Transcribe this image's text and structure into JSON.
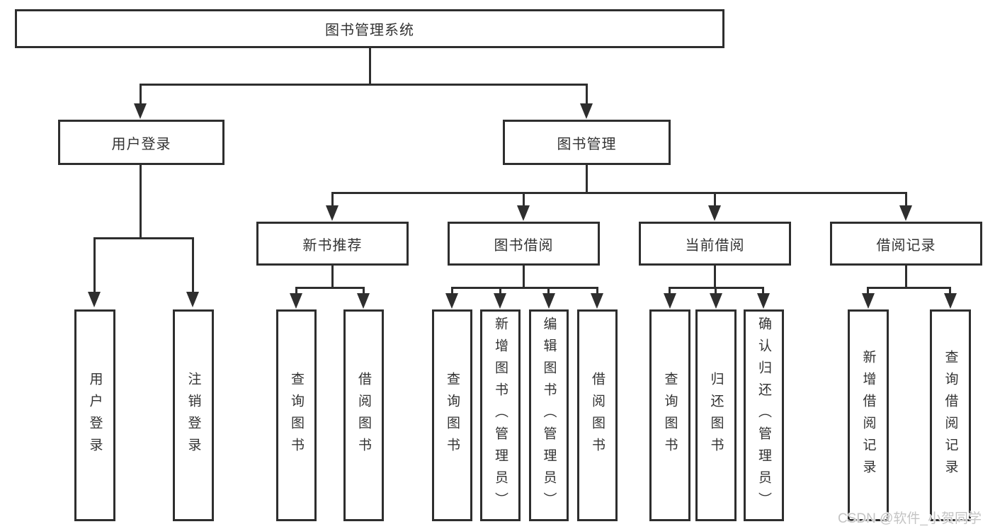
{
  "diagram": {
    "root": {
      "label": "图书管理系统"
    },
    "level2": [
      {
        "label": "用户登录"
      },
      {
        "label": "图书管理"
      }
    ],
    "level3": [
      {
        "label": "新书推荐"
      },
      {
        "label": "图书借阅"
      },
      {
        "label": "当前借阅"
      },
      {
        "label": "借阅记录"
      }
    ],
    "leaves": [
      {
        "label": "用户登录"
      },
      {
        "label": "注销登录"
      },
      {
        "label": "查询图书"
      },
      {
        "label": "借阅图书"
      },
      {
        "label": "查询图书"
      },
      {
        "label": "新增图书（管理员）"
      },
      {
        "label": "编辑图书（管理员）"
      },
      {
        "label": "借阅图书"
      },
      {
        "label": "查询图书"
      },
      {
        "label": "归还图书"
      },
      {
        "label": "确认归还（管理员）"
      },
      {
        "label": "新增借阅记录"
      },
      {
        "label": "查询借阅记录"
      }
    ],
    "watermark": "CSDN @软件_小贺同学",
    "colors": {
      "line": "#2e2e2e",
      "text": "#333333",
      "watermark": "#c4c4c4",
      "background": "#ffffff"
    }
  }
}
